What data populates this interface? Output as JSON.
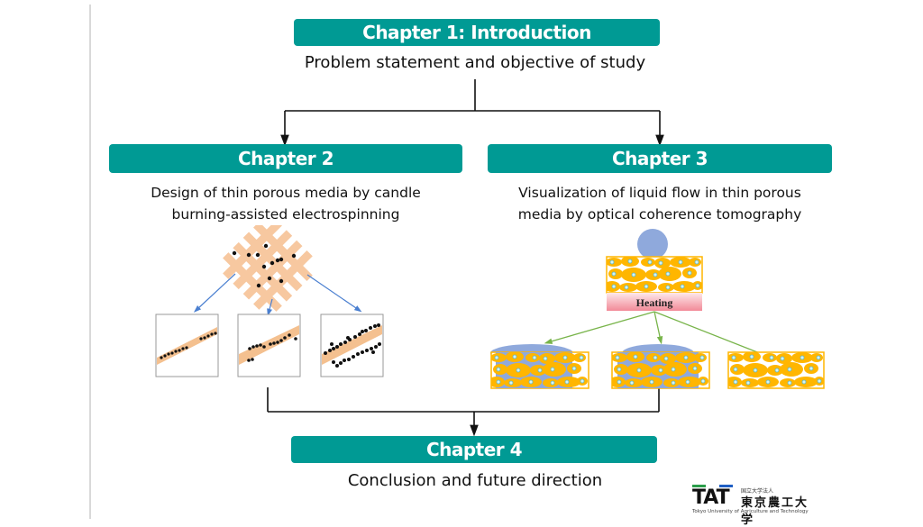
{
  "slide": {
    "chapter1": {
      "title": "Chapter 1: Introduction",
      "description": "Problem statement and objective of study"
    },
    "chapter2": {
      "title": "Chapter 2",
      "description_line1": "Design of thin porous media by candle",
      "description_line2": "burning-assisted electrospinning"
    },
    "chapter3": {
      "title": "Chapter 3",
      "description_line1": "Visualization of liquid flow in thin porous",
      "description_line2": "media by optical coherence tomography",
      "heating_label": "Heating"
    },
    "chapter4": {
      "title": "Chapter 4",
      "description": "Conclusion and future direction"
    },
    "logo": {
      "abbr": "TAT",
      "jp_small": "国立大学法人",
      "jp_name": "東京農工大学",
      "en_name": "Tokyo University of Agriculture and Technology"
    },
    "colors": {
      "chapter_box": "#009a94",
      "fiber": "#f7c8a0",
      "porous_grain": "#ffb600",
      "droplet": "#8fa9dc",
      "heating_top": "#fde0e4",
      "heating_bottom": "#f28a98",
      "arrow_blue": "#4a7fd0",
      "arrow_green": "#78b44a"
    }
  }
}
